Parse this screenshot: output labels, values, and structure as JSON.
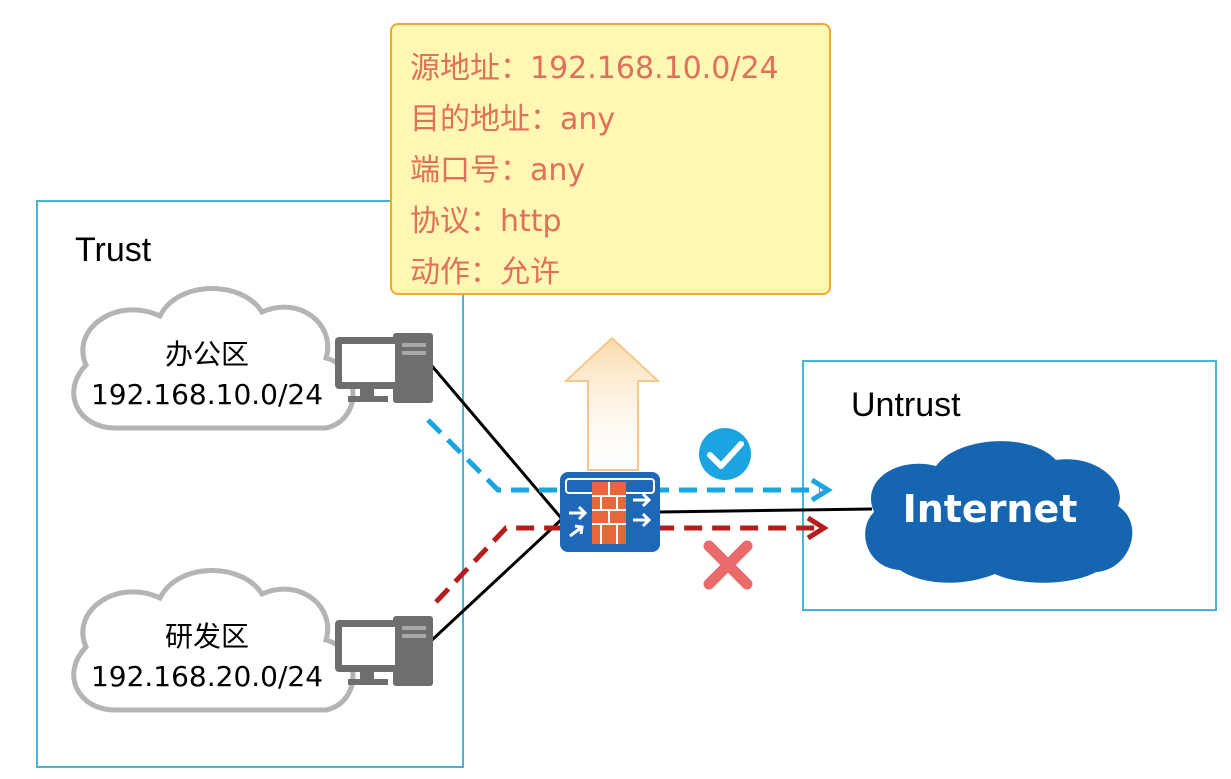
{
  "zones": {
    "trust": {
      "label": "Trust"
    },
    "untrust": {
      "label": "Untrust"
    }
  },
  "clouds": {
    "office": {
      "name": "办公区",
      "subnet": "192.168.10.0/24"
    },
    "rnd": {
      "name": "研发区",
      "subnet": "192.168.20.0/24"
    },
    "internet": {
      "name": "Internet"
    }
  },
  "policy": {
    "lines": [
      "源地址：192.168.10.0/24",
      "目的地址：any",
      "端口号：any",
      "协议：http",
      "动作：允许"
    ]
  },
  "colors": {
    "zone_border": "#45b4dc",
    "allow_flow": "#1aa5e0",
    "deny_flow": "#b51c1c",
    "cloud_outline": "#b4b4b4",
    "internet_cloud": "#1565b0",
    "firewall_body": "#1f68b8",
    "firewall_bricks": "#e8663a",
    "check": "#1aa5e0",
    "cross": "#ea6b6b",
    "policy_text": "#e0705a",
    "policy_bg": "#fff7b3",
    "policy_border": "#f0a830"
  },
  "icons": [
    "pc-icon",
    "firewall-icon",
    "check-icon",
    "cross-icon",
    "up-arrow-icon"
  ]
}
